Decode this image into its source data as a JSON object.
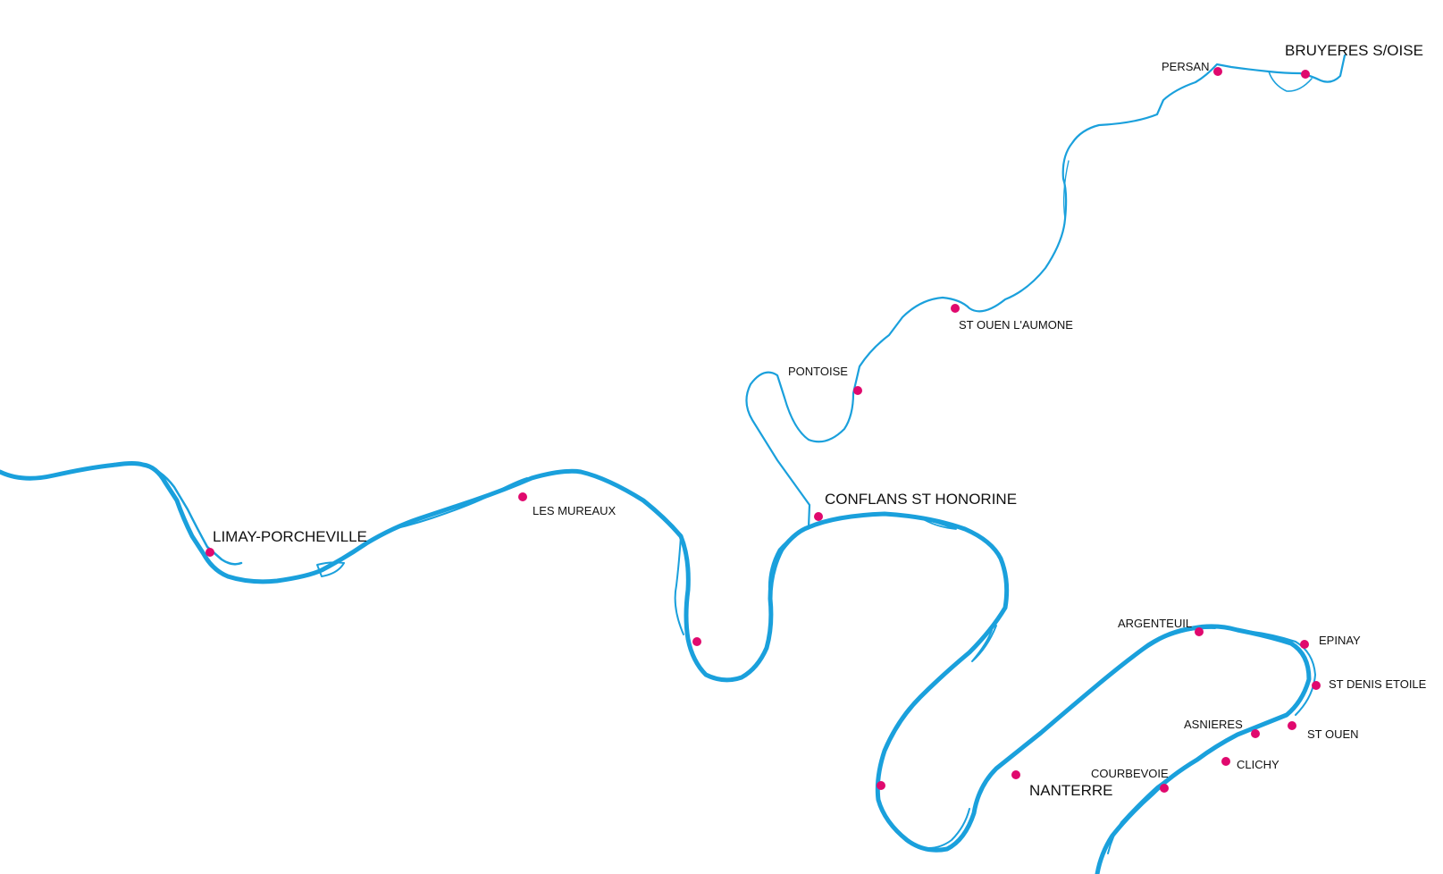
{
  "map": {
    "colors": {
      "river": "#1aa0dc",
      "marker": "#e0096e",
      "label": "#111111",
      "background": "#ffffff"
    },
    "rivers": [
      {
        "id": "seine",
        "name": ""
      },
      {
        "id": "oise",
        "name": ""
      }
    ],
    "places": {
      "bruyeres": {
        "name": "BRUYERES S/OISE",
        "importance": "major"
      },
      "persan": {
        "name": "PERSAN",
        "importance": "minor"
      },
      "stouenaum": {
        "name": "ST OUEN L'AUMONE",
        "importance": "minor"
      },
      "pontoise": {
        "name": "PONTOISE",
        "importance": "minor"
      },
      "conflans": {
        "name": "CONFLANS ST HONORINE",
        "importance": "major"
      },
      "limay": {
        "name": "LIMAY-PORCHEVILLE",
        "importance": "major"
      },
      "mureaux": {
        "name": "LES MUREAUX",
        "importance": "minor"
      },
      "argenteuil": {
        "name": "ARGENTEUIL",
        "importance": "minor"
      },
      "epinay": {
        "name": "EPINAY",
        "importance": "minor"
      },
      "stdenis": {
        "name": "ST DENIS ETOILE",
        "importance": "minor"
      },
      "asnieres": {
        "name": "ASNIERES",
        "importance": "minor"
      },
      "stouen": {
        "name": "ST OUEN",
        "importance": "minor"
      },
      "clichy": {
        "name": "CLICHY",
        "importance": "minor"
      },
      "courbevoie": {
        "name": "COURBEVOIE",
        "importance": "minor"
      },
      "nanterre": {
        "name": "NANTERRE",
        "importance": "major"
      }
    },
    "unlabeled_markers": [
      "poissy",
      "sartrouville"
    ]
  }
}
